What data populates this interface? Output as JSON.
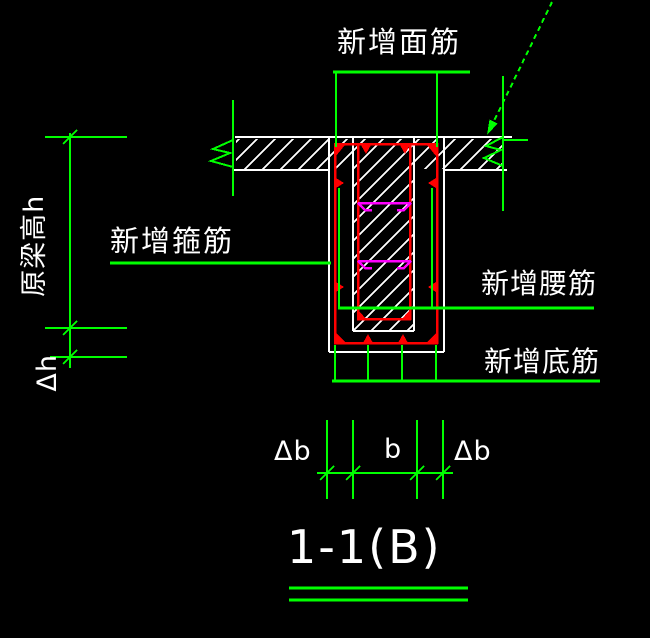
{
  "drawing": {
    "section_title": "1-1(B)",
    "labels": {
      "top_bars": "新增面筋",
      "stirrups": "新增箍筋",
      "waist_bars": "新增腰筋",
      "bottom_bars": "新增底筋"
    },
    "dimensions": {
      "beam_height": "原梁高h",
      "added_height": "Δh",
      "added_width_left": "Δb",
      "original_width": "b",
      "added_width_right": "Δb"
    },
    "colors": {
      "background": "#000000",
      "annotation_green": "#00ff00",
      "concrete_outline_white": "#ffffff",
      "new_rebar_red": "#ff0000",
      "waist_rebar_magenta": "#ff00ff",
      "text_white": "#ffffff"
    }
  }
}
